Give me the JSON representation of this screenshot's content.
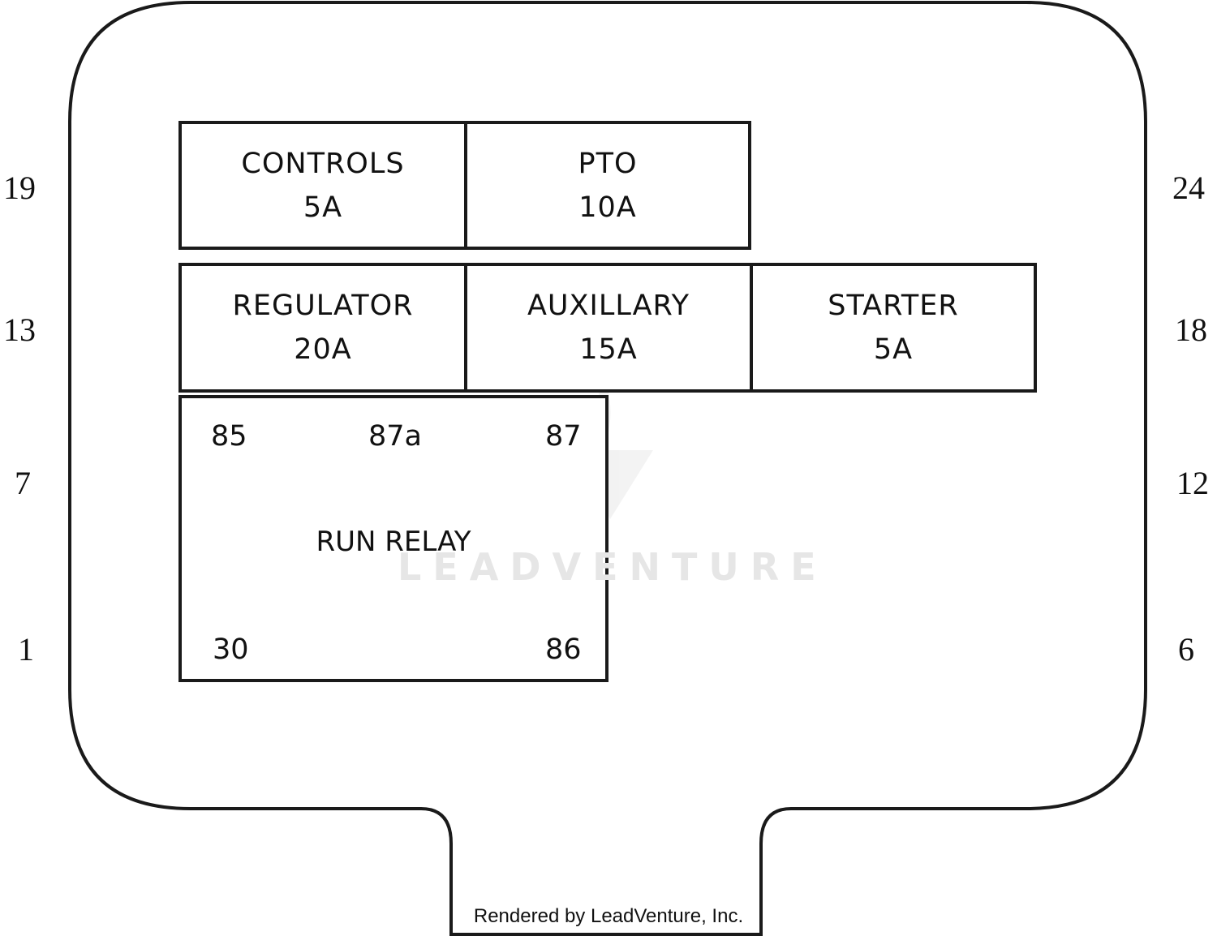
{
  "pins": {
    "left": [
      "19",
      "13",
      "7",
      "1"
    ],
    "right": [
      "24",
      "18",
      "12",
      "6"
    ]
  },
  "fuses": [
    {
      "name": "CONTROLS",
      "rating": "5A"
    },
    {
      "name": "PTO",
      "rating": "10A"
    },
    {
      "name": "REGULATOR",
      "rating": "20A"
    },
    {
      "name": "AUXILLARY",
      "rating": "15A"
    },
    {
      "name": "STARTER",
      "rating": "5A"
    }
  ],
  "relay": {
    "label": "RUN RELAY",
    "terminals": {
      "t85": "85",
      "t87a": "87a",
      "t87": "87",
      "t30": "30",
      "t86": "86"
    }
  },
  "watermark": "LEADVENTURE",
  "footer": "Rendered by LeadVenture, Inc."
}
